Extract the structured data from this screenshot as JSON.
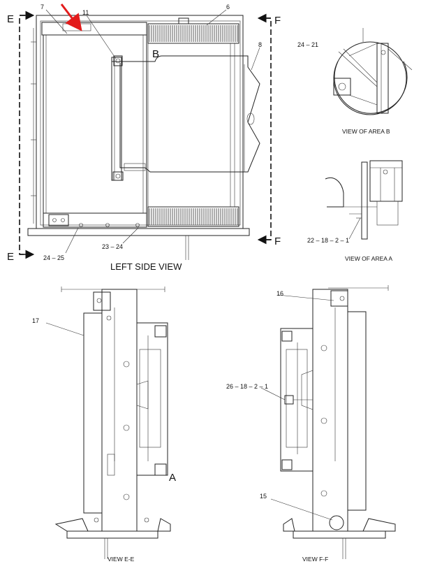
{
  "pointer_color": "#e31b1b",
  "section_markers": {
    "e_top": "E",
    "e_bottom": "E",
    "f_top": "F",
    "f_bottom": "F",
    "area_b": "B",
    "area_a": "A"
  },
  "callouts": {
    "c7": "7",
    "c11": "11",
    "c6": "6",
    "c8": "8",
    "c24_25": "24 – 25",
    "c23_24": "23 – 24",
    "c24_21": "24 – 21",
    "c22_18_2_1": "22 – 18 – 2 – 1",
    "c17": "17",
    "c16": "16",
    "c26_18_2_1": "26 – 18 – 2 – 1",
    "c15": "15"
  },
  "view_titles": {
    "left_side": "LEFT SIDE VIEW",
    "area_b": "VIEW OF AREA  B",
    "area_a": "VIEW OF AREA  A",
    "e_e": "VIEW E-E",
    "f_f": "VIEW F-F"
  }
}
